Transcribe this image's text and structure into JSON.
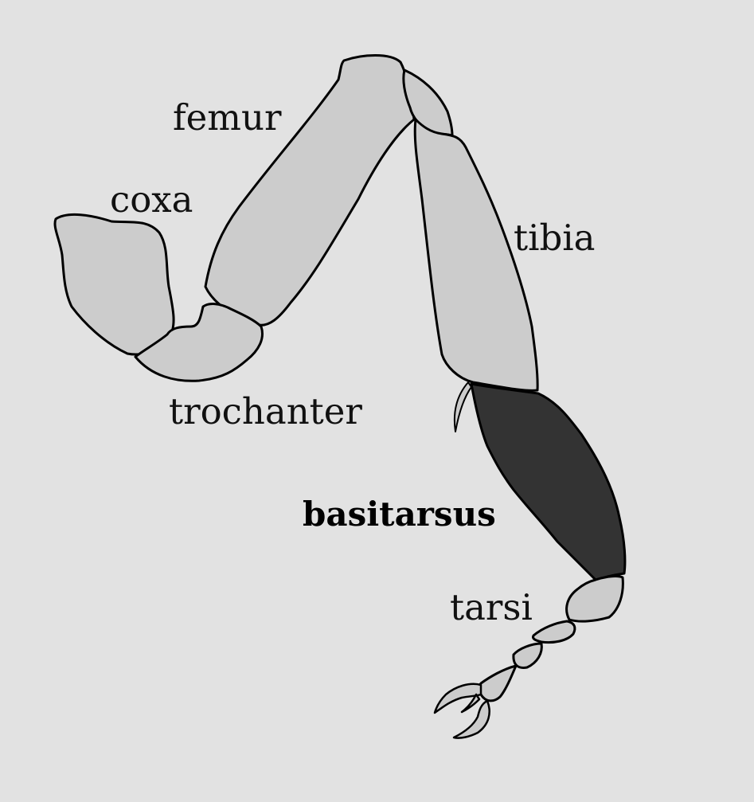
{
  "colors": {
    "background": "#e2e2e2",
    "segment_fill": "#cccccc",
    "highlight_fill": "#333333",
    "outline": "#000000"
  },
  "labels": {
    "femur": "femur",
    "coxa": "coxa",
    "tibia": "tibia",
    "trochanter": "trochanter",
    "basitarsus": "basitarsus",
    "tarsi": "tarsi"
  },
  "highlighted_segment": "basitarsus"
}
